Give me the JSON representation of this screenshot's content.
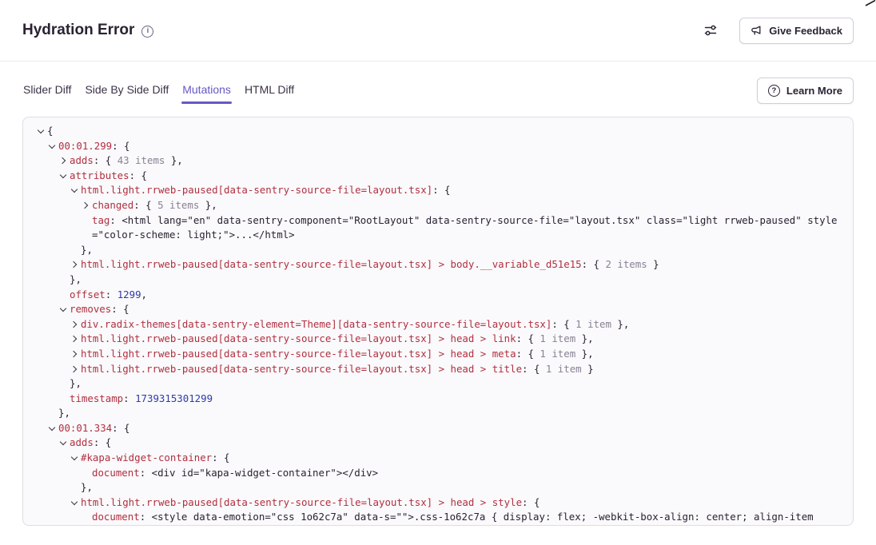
{
  "header": {
    "title": "Hydration Error",
    "feedback_label": "Give Feedback"
  },
  "icons": {
    "info": "i",
    "question": "?"
  },
  "tabs": {
    "items": [
      {
        "label": "Slider Diff",
        "active": false
      },
      {
        "label": "Side By Side Diff",
        "active": false
      },
      {
        "label": "Mutations",
        "active": true
      },
      {
        "label": "HTML Diff",
        "active": false
      }
    ],
    "learn_more_label": "Learn More"
  },
  "colors": {
    "accent": "#6559c5",
    "text": "#2b2233",
    "key": "#b03040",
    "num": "#2f3ba8",
    "meta": "#898294",
    "border": "#e0dce5",
    "codebg": "#faf9fb"
  },
  "mutations_tree": {
    "lines": [
      {
        "indent": 0,
        "chevron": "down",
        "segments": [
          {
            "type": "punct",
            "text": "{"
          }
        ]
      },
      {
        "indent": 1,
        "chevron": "down",
        "segments": [
          {
            "type": "key",
            "text": "00:01.299"
          },
          {
            "type": "punct",
            "text": ": {"
          }
        ]
      },
      {
        "indent": 2,
        "chevron": "right",
        "segments": [
          {
            "type": "key",
            "text": "adds"
          },
          {
            "type": "punct",
            "text": ": { "
          },
          {
            "type": "meta",
            "text": "43 items"
          },
          {
            "type": "punct",
            "text": " },"
          }
        ]
      },
      {
        "indent": 2,
        "chevron": "down",
        "segments": [
          {
            "type": "key",
            "text": "attributes"
          },
          {
            "type": "punct",
            "text": ": {"
          }
        ]
      },
      {
        "indent": 3,
        "chevron": "down",
        "segments": [
          {
            "type": "key",
            "text": "html.light.rrweb-paused[data-sentry-source-file=layout.tsx]"
          },
          {
            "type": "punct",
            "text": ": {"
          }
        ]
      },
      {
        "indent": 4,
        "chevron": "right",
        "segments": [
          {
            "type": "key",
            "text": "changed"
          },
          {
            "type": "punct",
            "text": ": { "
          },
          {
            "type": "meta",
            "text": "5 items"
          },
          {
            "type": "punct",
            "text": " },"
          }
        ]
      },
      {
        "indent": 4,
        "chevron": "blank",
        "segments": [
          {
            "type": "key",
            "text": "tag"
          },
          {
            "type": "punct",
            "text": ": "
          },
          {
            "type": "html",
            "text": "<html lang=\"en\" data-sentry-component=\"RootLayout\" data-sentry-source-file=\"layout.tsx\" class=\"light rrweb-paused\" style=\"color-scheme: light;\">...</html>"
          }
        ]
      },
      {
        "indent": 3,
        "chevron": "blank",
        "segments": [
          {
            "type": "punct",
            "text": "},"
          }
        ]
      },
      {
        "indent": 3,
        "chevron": "right",
        "segments": [
          {
            "type": "key",
            "text": "html.light.rrweb-paused[data-sentry-source-file=layout.tsx] > body.__variable_d51e15"
          },
          {
            "type": "punct",
            "text": ": { "
          },
          {
            "type": "meta",
            "text": "2 items"
          },
          {
            "type": "punct",
            "text": " }"
          }
        ]
      },
      {
        "indent": 2,
        "chevron": "blank",
        "segments": [
          {
            "type": "punct",
            "text": "},"
          }
        ]
      },
      {
        "indent": 2,
        "chevron": "blank",
        "segments": [
          {
            "type": "key",
            "text": "offset"
          },
          {
            "type": "punct",
            "text": ": "
          },
          {
            "type": "num",
            "text": "1299"
          },
          {
            "type": "punct",
            "text": ","
          }
        ]
      },
      {
        "indent": 2,
        "chevron": "down",
        "segments": [
          {
            "type": "key",
            "text": "removes"
          },
          {
            "type": "punct",
            "text": ": {"
          }
        ]
      },
      {
        "indent": 3,
        "chevron": "right",
        "segments": [
          {
            "type": "key",
            "text": "div.radix-themes[data-sentry-element=Theme][data-sentry-source-file=layout.tsx]"
          },
          {
            "type": "punct",
            "text": ": { "
          },
          {
            "type": "meta",
            "text": "1 item"
          },
          {
            "type": "punct",
            "text": " },"
          }
        ]
      },
      {
        "indent": 3,
        "chevron": "right",
        "segments": [
          {
            "type": "key",
            "text": "html.light.rrweb-paused[data-sentry-source-file=layout.tsx] > head > link"
          },
          {
            "type": "punct",
            "text": ": { "
          },
          {
            "type": "meta",
            "text": "1 item"
          },
          {
            "type": "punct",
            "text": " },"
          }
        ]
      },
      {
        "indent": 3,
        "chevron": "right",
        "segments": [
          {
            "type": "key",
            "text": "html.light.rrweb-paused[data-sentry-source-file=layout.tsx] > head > meta"
          },
          {
            "type": "punct",
            "text": ": { "
          },
          {
            "type": "meta",
            "text": "1 item"
          },
          {
            "type": "punct",
            "text": " },"
          }
        ]
      },
      {
        "indent": 3,
        "chevron": "right",
        "segments": [
          {
            "type": "key",
            "text": "html.light.rrweb-paused[data-sentry-source-file=layout.tsx] > head > title"
          },
          {
            "type": "punct",
            "text": ": { "
          },
          {
            "type": "meta",
            "text": "1 item"
          },
          {
            "type": "punct",
            "text": " }"
          }
        ]
      },
      {
        "indent": 2,
        "chevron": "blank",
        "segments": [
          {
            "type": "punct",
            "text": "},"
          }
        ]
      },
      {
        "indent": 2,
        "chevron": "blank",
        "segments": [
          {
            "type": "key",
            "text": "timestamp"
          },
          {
            "type": "punct",
            "text": ": "
          },
          {
            "type": "num",
            "text": "1739315301299"
          }
        ]
      },
      {
        "indent": 1,
        "chevron": "blank",
        "segments": [
          {
            "type": "punct",
            "text": "},"
          }
        ]
      },
      {
        "indent": 1,
        "chevron": "down",
        "segments": [
          {
            "type": "key",
            "text": "00:01.334"
          },
          {
            "type": "punct",
            "text": ": {"
          }
        ]
      },
      {
        "indent": 2,
        "chevron": "down",
        "segments": [
          {
            "type": "key",
            "text": "adds"
          },
          {
            "type": "punct",
            "text": ": {"
          }
        ]
      },
      {
        "indent": 3,
        "chevron": "down",
        "segments": [
          {
            "type": "key",
            "text": "#kapa-widget-container"
          },
          {
            "type": "punct",
            "text": ": {"
          }
        ]
      },
      {
        "indent": 4,
        "chevron": "blank",
        "segments": [
          {
            "type": "key",
            "text": "document"
          },
          {
            "type": "punct",
            "text": ": "
          },
          {
            "type": "html",
            "text": "<div id=\"kapa-widget-container\"></div>"
          }
        ]
      },
      {
        "indent": 3,
        "chevron": "blank",
        "segments": [
          {
            "type": "punct",
            "text": "},"
          }
        ]
      },
      {
        "indent": 3,
        "chevron": "down",
        "segments": [
          {
            "type": "key",
            "text": "html.light.rrweb-paused[data-sentry-source-file=layout.tsx] > head > style"
          },
          {
            "type": "punct",
            "text": ": {"
          }
        ]
      },
      {
        "indent": 4,
        "chevron": "blank",
        "segments": [
          {
            "type": "key",
            "text": "document"
          },
          {
            "type": "punct",
            "text": ": "
          },
          {
            "type": "html",
            "text": "<style data-emotion=\"css 1o62c7a\" data-s=\"\">.css-1o62c7a { display: flex; -webkit-box-align: center; align-item"
          }
        ]
      }
    ]
  }
}
